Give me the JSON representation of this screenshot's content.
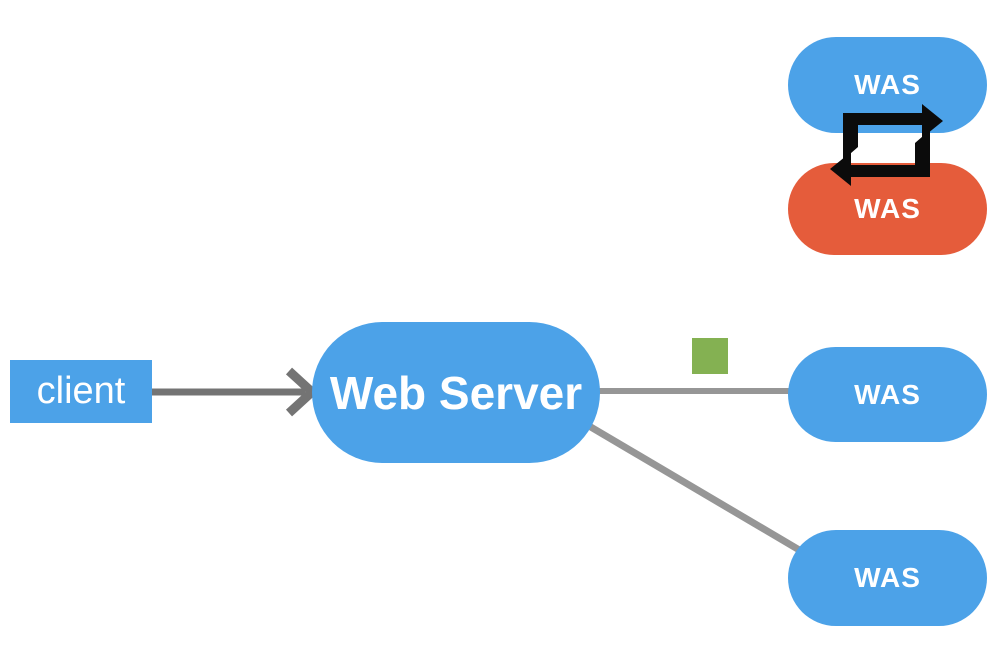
{
  "diagram": {
    "background": "#ffffff",
    "colors": {
      "node_blue": "#4CA2E8",
      "node_red": "#E55C3B",
      "marker_green": "#84B152",
      "client_arrow_gray": "#747474",
      "connector_gray": "#969696",
      "sync_arrows_black": "#0B0B0B",
      "label_white": "#FFFFFF"
    },
    "nodes": {
      "client": {
        "label": "client",
        "shape": "rectangle",
        "color": "#4CA2E8"
      },
      "web_server": {
        "label": "Web Server",
        "shape": "pill",
        "color": "#4CA2E8"
      },
      "was_pair_top": {
        "label": "WAS",
        "shape": "pill",
        "color": "#4CA2E8"
      },
      "was_pair_bottom": {
        "label": "WAS",
        "shape": "pill",
        "color": "#E55C3B"
      },
      "was_right_middle": {
        "label": "WAS",
        "shape": "pill",
        "color": "#4CA2E8"
      },
      "was_right_bottom": {
        "label": "WAS",
        "shape": "pill",
        "color": "#4CA2E8"
      }
    },
    "edges": [
      {
        "from": "client",
        "to": "web_server",
        "style": "arrow",
        "color": "#747474"
      },
      {
        "from": "web_server",
        "to": "was_right_middle",
        "style": "line",
        "color": "#969696"
      },
      {
        "from": "web_server",
        "to": "was_right_bottom",
        "style": "line",
        "color": "#969696"
      }
    ],
    "icons": {
      "sync": {
        "name": "sync-arrows-icon",
        "color": "#0B0B0B"
      },
      "marker": {
        "name": "green-square-marker",
        "color": "#84B152"
      }
    }
  }
}
